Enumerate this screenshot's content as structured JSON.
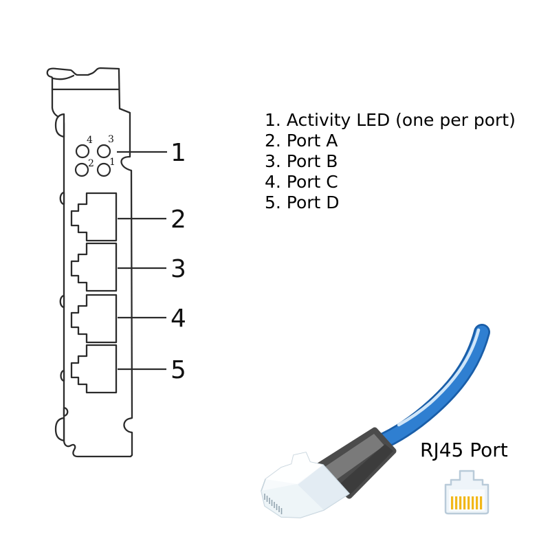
{
  "diagram": {
    "legend": {
      "items": [
        "1. Activity LED (one per port)",
        "2. Port A",
        "3. Port B",
        "4. Port C",
        "5. Port D"
      ]
    },
    "callouts": [
      "1",
      "2",
      "3",
      "4",
      "5"
    ],
    "led_labels": [
      "4",
      "3",
      "2",
      "1"
    ],
    "cable_caption": "RJ45 Port",
    "colors": {
      "outline": "#2b2b2b",
      "cable_blue": "#2f7fd1",
      "cable_blue_dark": "#1a5ea8",
      "cable_highlight": "#d9ecfb",
      "boot_gray": "#4b4b4b",
      "boot_highlight": "#7a7a7a",
      "plug_white": "#f7fafc",
      "pin_gold": "#f2b718",
      "icon_border": "#b9cbd9",
      "icon_fill": "#eef4f9"
    }
  }
}
